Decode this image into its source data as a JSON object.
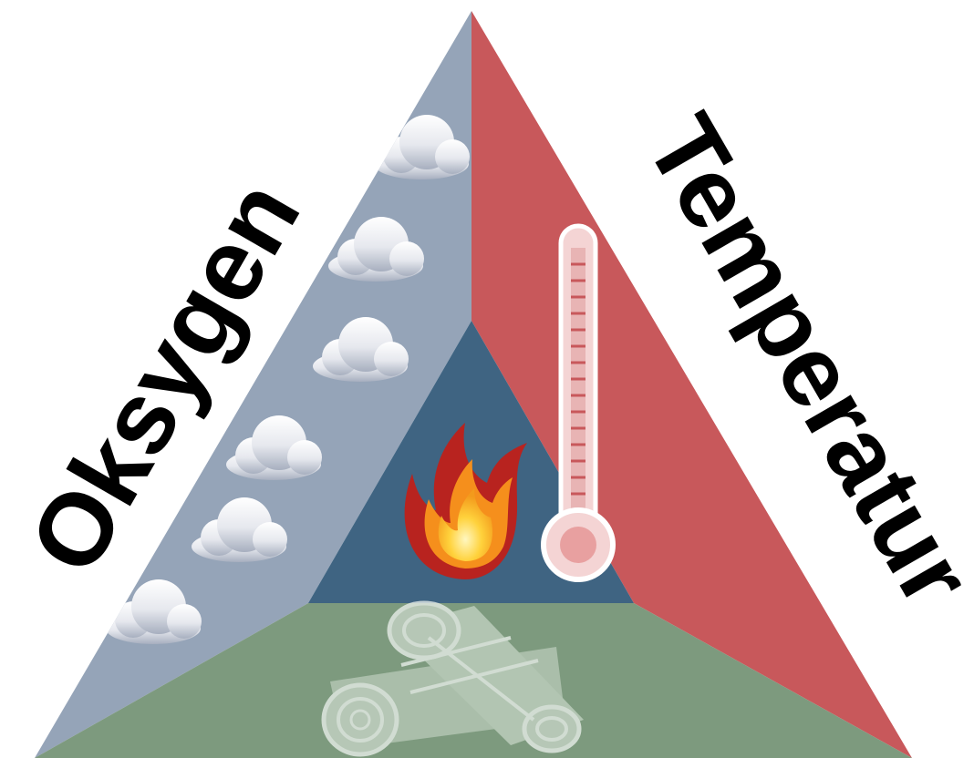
{
  "diagram": {
    "labels": {
      "left": "Oksygen",
      "right": "Temperatur"
    },
    "sections": [
      {
        "id": "oxygen",
        "icon": "cloud-icon",
        "color": "#95a4b8"
      },
      {
        "id": "temperature",
        "icon": "thermometer-icon",
        "color": "#c8585b"
      },
      {
        "id": "fuel",
        "icon": "logs-icon",
        "color": "#7d9a7e"
      },
      {
        "id": "center",
        "icon": "flame-icon",
        "color": "#3f6482"
      }
    ]
  }
}
